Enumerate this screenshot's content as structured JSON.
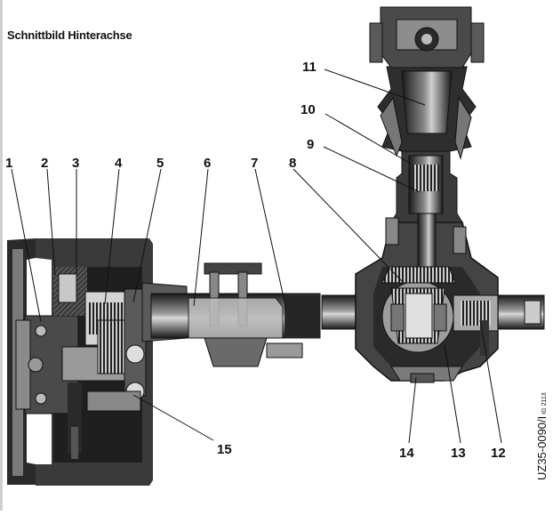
{
  "title": "Schnittbild Hinterachse",
  "labels": [
    "1",
    "2",
    "3",
    "4",
    "5",
    "6",
    "7",
    "8",
    "9",
    "10",
    "11",
    "12",
    "13",
    "14",
    "15"
  ],
  "figure_code": "UZ35-0090/I",
  "figure_ref": "IG 2113",
  "colors": {
    "ink": "#111111",
    "dark": "#2b2b2b",
    "mid": "#6e6e6e",
    "light": "#b8b8b8",
    "paper": "#ffffff"
  }
}
